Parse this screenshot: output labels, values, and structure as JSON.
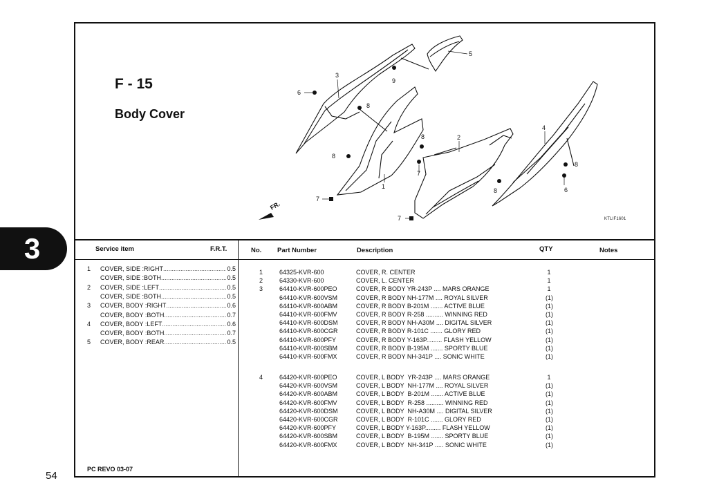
{
  "section_tab": "3",
  "page_number": "54",
  "figure": {
    "code": "F - 15",
    "title": "Body Cover",
    "diagram_id": "KTLIF1601",
    "callouts": [
      "1",
      "2",
      "3",
      "4",
      "5",
      "6",
      "6",
      "7",
      "7",
      "7",
      "8",
      "8",
      "8",
      "8",
      "8",
      "9"
    ]
  },
  "service_table": {
    "headers": {
      "item": "Service item",
      "frt": "F.R.T."
    },
    "rows": [
      {
        "no": "1",
        "name": "COVER, SIDE :RIGHT",
        "frt": "0.5"
      },
      {
        "no": "",
        "name": "COVER, SIDE :BOTH",
        "frt": "0.5"
      },
      {
        "no": "2",
        "name": "COVER, SIDE :LEFT",
        "frt": "0.5"
      },
      {
        "no": "",
        "name": "COVER, SIDE :BOTH",
        "frt": "0.5"
      },
      {
        "no": "3",
        "name": "COVER, BODY :RIGHT",
        "frt": "0.6"
      },
      {
        "no": "",
        "name": "COVER, BODY :BOTH",
        "frt": "0.7"
      },
      {
        "no": "4",
        "name": "COVER, BODY :LEFT",
        "frt": "0.6"
      },
      {
        "no": "",
        "name": "COVER, BODY :BOTH",
        "frt": "0.7"
      },
      {
        "no": "5",
        "name": "COVER, BODY :REAR",
        "frt": "0.5"
      }
    ],
    "footer": "PC REVO   03-07"
  },
  "parts_table": {
    "headers": {
      "no": "No.",
      "part_number": "Part Number",
      "description": "Description",
      "qty": "QTY",
      "notes": "Notes"
    },
    "rows": [
      {
        "no": "1",
        "part": "64325-KVR-600",
        "desc": "COVER, R. CENTER",
        "qty": "1"
      },
      {
        "no": "2",
        "part": "64330-KVR-600",
        "desc": "COVER, L. CENTER",
        "qty": "1"
      },
      {
        "no": "3",
        "part": "64410-KVR-600PEO",
        "desc": "COVER, R BODY YR-243P .... MARS ORANGE",
        "qty": "1"
      },
      {
        "no": "",
        "part": "64410-KVR-600VSM",
        "desc": "COVER, R BODY NH-177M .... ROYAL SILVER",
        "qty": "(1)"
      },
      {
        "no": "",
        "part": "64410-KVR-600ABM",
        "desc": "COVER, R BODY B-201M ....... ACTIVE BLUE",
        "qty": "(1)"
      },
      {
        "no": "",
        "part": "64410-KVR-600FMV",
        "desc": "COVER, R BODY R-258 .......... WINNING RED",
        "qty": "(1)"
      },
      {
        "no": "",
        "part": "64410-KVR-600DSM",
        "desc": "COVER, R BODY NH-A30M .... DIGITAL SILVER",
        "qty": "(1)"
      },
      {
        "no": "",
        "part": "64410-KVR-600CGR",
        "desc": "COVER, R BODY R-101C ....... GLORY RED",
        "qty": "(1)"
      },
      {
        "no": "",
        "part": "64410-KVR-600PFY",
        "desc": "COVER, R BODY Y-163P......... FLASH YELLOW",
        "qty": "(1)"
      },
      {
        "no": "",
        "part": "64410-KVR-600SBM",
        "desc": "COVER, R BODY B-195M ....... SPORTY BLUE",
        "qty": "(1)"
      },
      {
        "no": "",
        "part": "64410-KVR-600FMX",
        "desc": "COVER, R BODY NH-341P .... SONIC WHITE",
        "qty": "(1)"
      },
      {
        "no": "4",
        "part": "64420-KVR-600PEO",
        "desc": "COVER, L BODY  YR-243P .... MARS ORANGE",
        "qty": "1"
      },
      {
        "no": "",
        "part": "64420-KVR-600VSM",
        "desc": "COVER, L BODY  NH-177M .... ROYAL SILVER",
        "qty": "(1)"
      },
      {
        "no": "",
        "part": "64420-KVR-600ABM",
        "desc": "COVER, L BODY  B-201M ....... ACTIVE BLUE",
        "qty": "(1)"
      },
      {
        "no": "",
        "part": "64420-KVR-600FMV",
        "desc": "COVER, L BODY  R-258 .......... WINNING RED",
        "qty": "(1)"
      },
      {
        "no": "",
        "part": "64420-KVR-600DSM",
        "desc": "COVER, L BODY  NH-A30M .... DIGITAL SILVER",
        "qty": "(1)"
      },
      {
        "no": "",
        "part": "64420-KVR-600CGR",
        "desc": "COVER, L BODY  R-101C ....... GLORY RED",
        "qty": "(1)"
      },
      {
        "no": "",
        "part": "64420-KVR-600PFY",
        "desc": "COVER, L BODY Y-163P......... FLASH YELLOW",
        "qty": "(1)"
      },
      {
        "no": "",
        "part": "64420-KVR-600SBM",
        "desc": "COVER, L BODY  B-195M ....... SPORTY BLUE",
        "qty": "(1)"
      },
      {
        "no": "",
        "part": "64420-KVR-600FMX",
        "desc": "COVER, L BODY  NH-341P ..... SONIC WHITE",
        "qty": "(1)"
      }
    ]
  }
}
